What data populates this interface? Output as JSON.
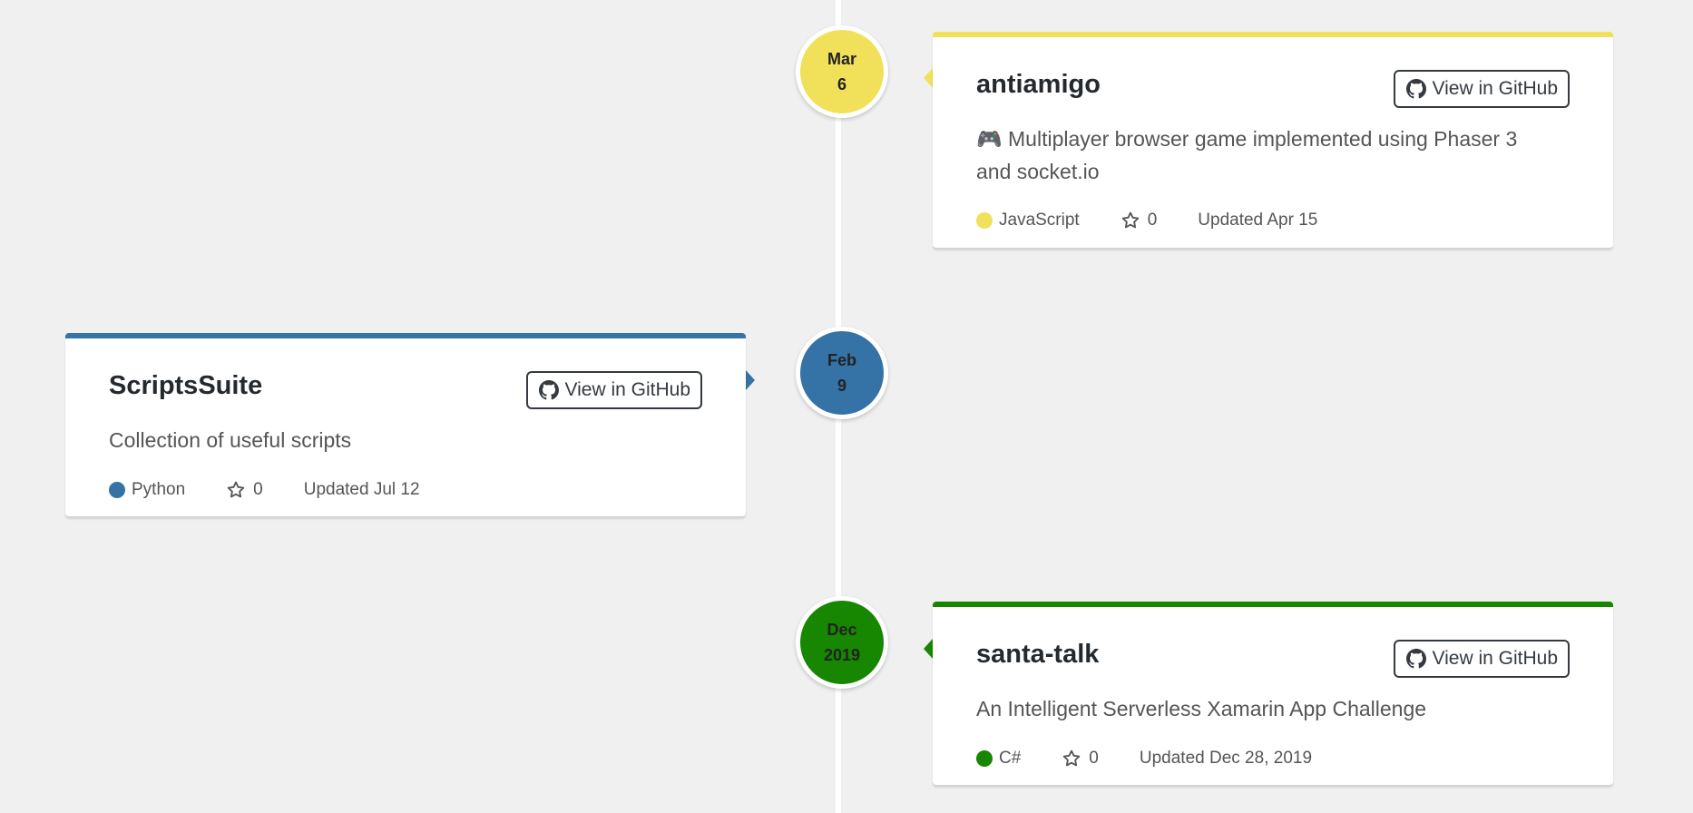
{
  "timeline": [
    {
      "date_line1": "Mar",
      "date_line2": "6",
      "color": "#f1e05a",
      "side": "right",
      "name": "antiamigo",
      "button_label": "View in GitHub",
      "description": "🎮 Multiplayer browser game implemented using Phaser 3 and socket.io",
      "language": "JavaScript",
      "stars": "0",
      "updated": "Updated Apr 15"
    },
    {
      "date_line1": "Feb",
      "date_line2": "9",
      "color": "#3572a5",
      "side": "left",
      "name": "ScriptsSuite",
      "button_label": "View in GitHub",
      "description": "Collection of useful scripts",
      "language": "Python",
      "stars": "0",
      "updated": "Updated Jul 12"
    },
    {
      "date_line1": "Dec",
      "date_line2": "2019",
      "color": "#178600",
      "side": "right",
      "name": "santa-talk",
      "button_label": "View in GitHub",
      "description": "An Intelligent Serverless Xamarin App Challenge",
      "language": "C#",
      "stars": "0",
      "updated": "Updated Dec 28, 2019"
    }
  ],
  "icons": {
    "github": "github-icon",
    "star": "star-outline-icon"
  }
}
